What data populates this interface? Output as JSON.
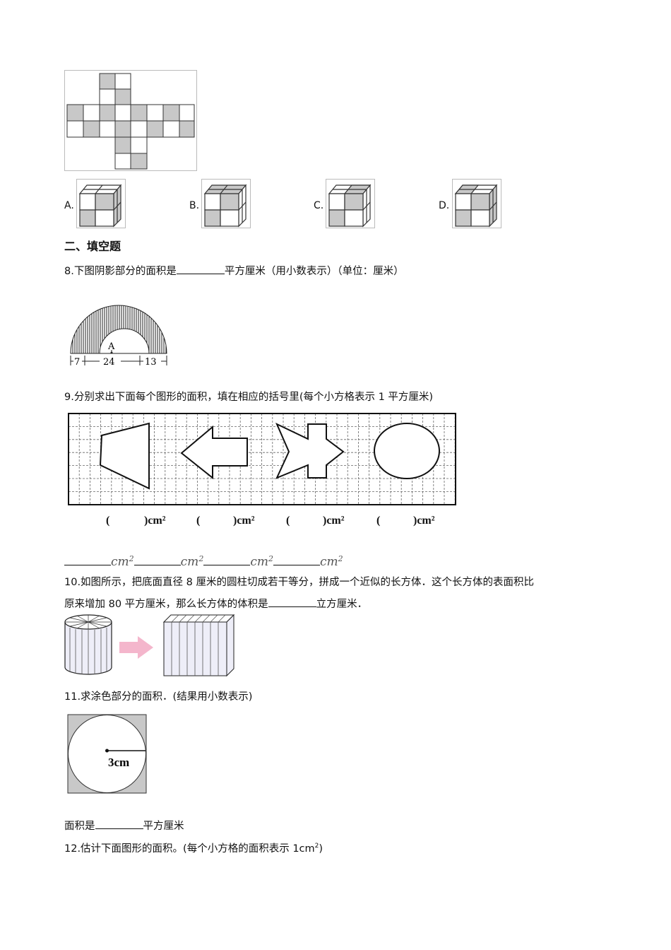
{
  "q7": {
    "options": [
      "A.",
      "B.",
      "C.",
      "D."
    ]
  },
  "section2": {
    "title": "二、填空题"
  },
  "q8": {
    "prefix": "8.下图阴影部分的面积是",
    "suffix": "平方厘米（用小数表示）（单位：厘米）",
    "figure": {
      "label_a": "A",
      "dim_left": "7",
      "dim_mid": "24",
      "dim_right": "13"
    }
  },
  "q9": {
    "text": "9.分别求出下面每个图形的面积，填在相应的括号里(每个小方格表示 1 平方厘米)",
    "paren_labels": [
      "(",
      ")cm²",
      "(",
      ")cm²",
      "(",
      ")cm²",
      "(",
      ")cm²"
    ],
    "answer_unit": "cm",
    "answer_sup": "2"
  },
  "q10": {
    "line1": "10.如图所示，把底面直径 8 厘米的圆柱切成若干等分，拼成一个近似的长方体．这个长方体的表面积比",
    "line2_prefix": "原来增加 80 平方厘米，那么长方体的体积是",
    "line2_suffix": "立方厘米．"
  },
  "q11": {
    "text": "11.求涂色部分的面积．(结果用小数表示)",
    "radius_label": "3cm",
    "answer_prefix": "面积是",
    "answer_suffix": "平方厘米"
  },
  "q12": {
    "text": "12.估计下面图形的面积。(每个小方格的面积表示 1cm",
    "sup": "2",
    "close": ")"
  },
  "colors": {
    "shade": "#c8c8c8",
    "arrow": "#f4b6cc",
    "cyl_side": "#eeeef8"
  }
}
